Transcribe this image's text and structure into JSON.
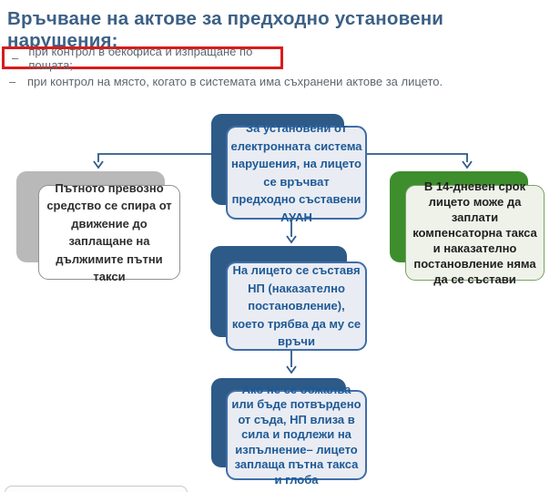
{
  "title": "Връчване на актове за предходно установени нарушения:",
  "bullets": {
    "first": {
      "marker": "–",
      "text": "при контрол в бекофиса и изпращане по пощата;"
    },
    "second": {
      "marker": "–",
      "text": "при контрол на място, когато в системата има съхранени актове за лицето."
    }
  },
  "flowchart": {
    "top": {
      "text": "За установени от електронната система нарушения, на лицето се връчват предходно съставени АУАН"
    },
    "left": {
      "text": "Пътното превозно средство се спира от движение до заплащане на дължимите пътни такси"
    },
    "right": {
      "text": "В 14-дневен срок лицето може да заплати компенсаторна такса и наказателно постановление няма да се състави"
    },
    "middle": {
      "text": "На лицето се съставя НП (наказателно постановление), което трябва да му се връчи"
    },
    "bottom": {
      "text": "Ако не се обжалва или бъде потвърдено от съда, НП влиза в сила и подлежи на изпълнение– лицето заплаща пътна такса и глоба"
    }
  },
  "colors": {
    "title_text": "#3c6085",
    "bullet_text": "#5d6770",
    "highlight_red": "#d81b1b",
    "primary_blue": "#2e5a87",
    "box_border_blue": "#3f6ea8",
    "box_text_blue": "#1d5a96",
    "box_bg_light_blue": "#eaecf3",
    "shadow_gray": "#b9b9b9",
    "green": "#3e8e2d",
    "box_bg_light_green": "#eef2e9",
    "arrow_line": "#2e5a87"
  }
}
